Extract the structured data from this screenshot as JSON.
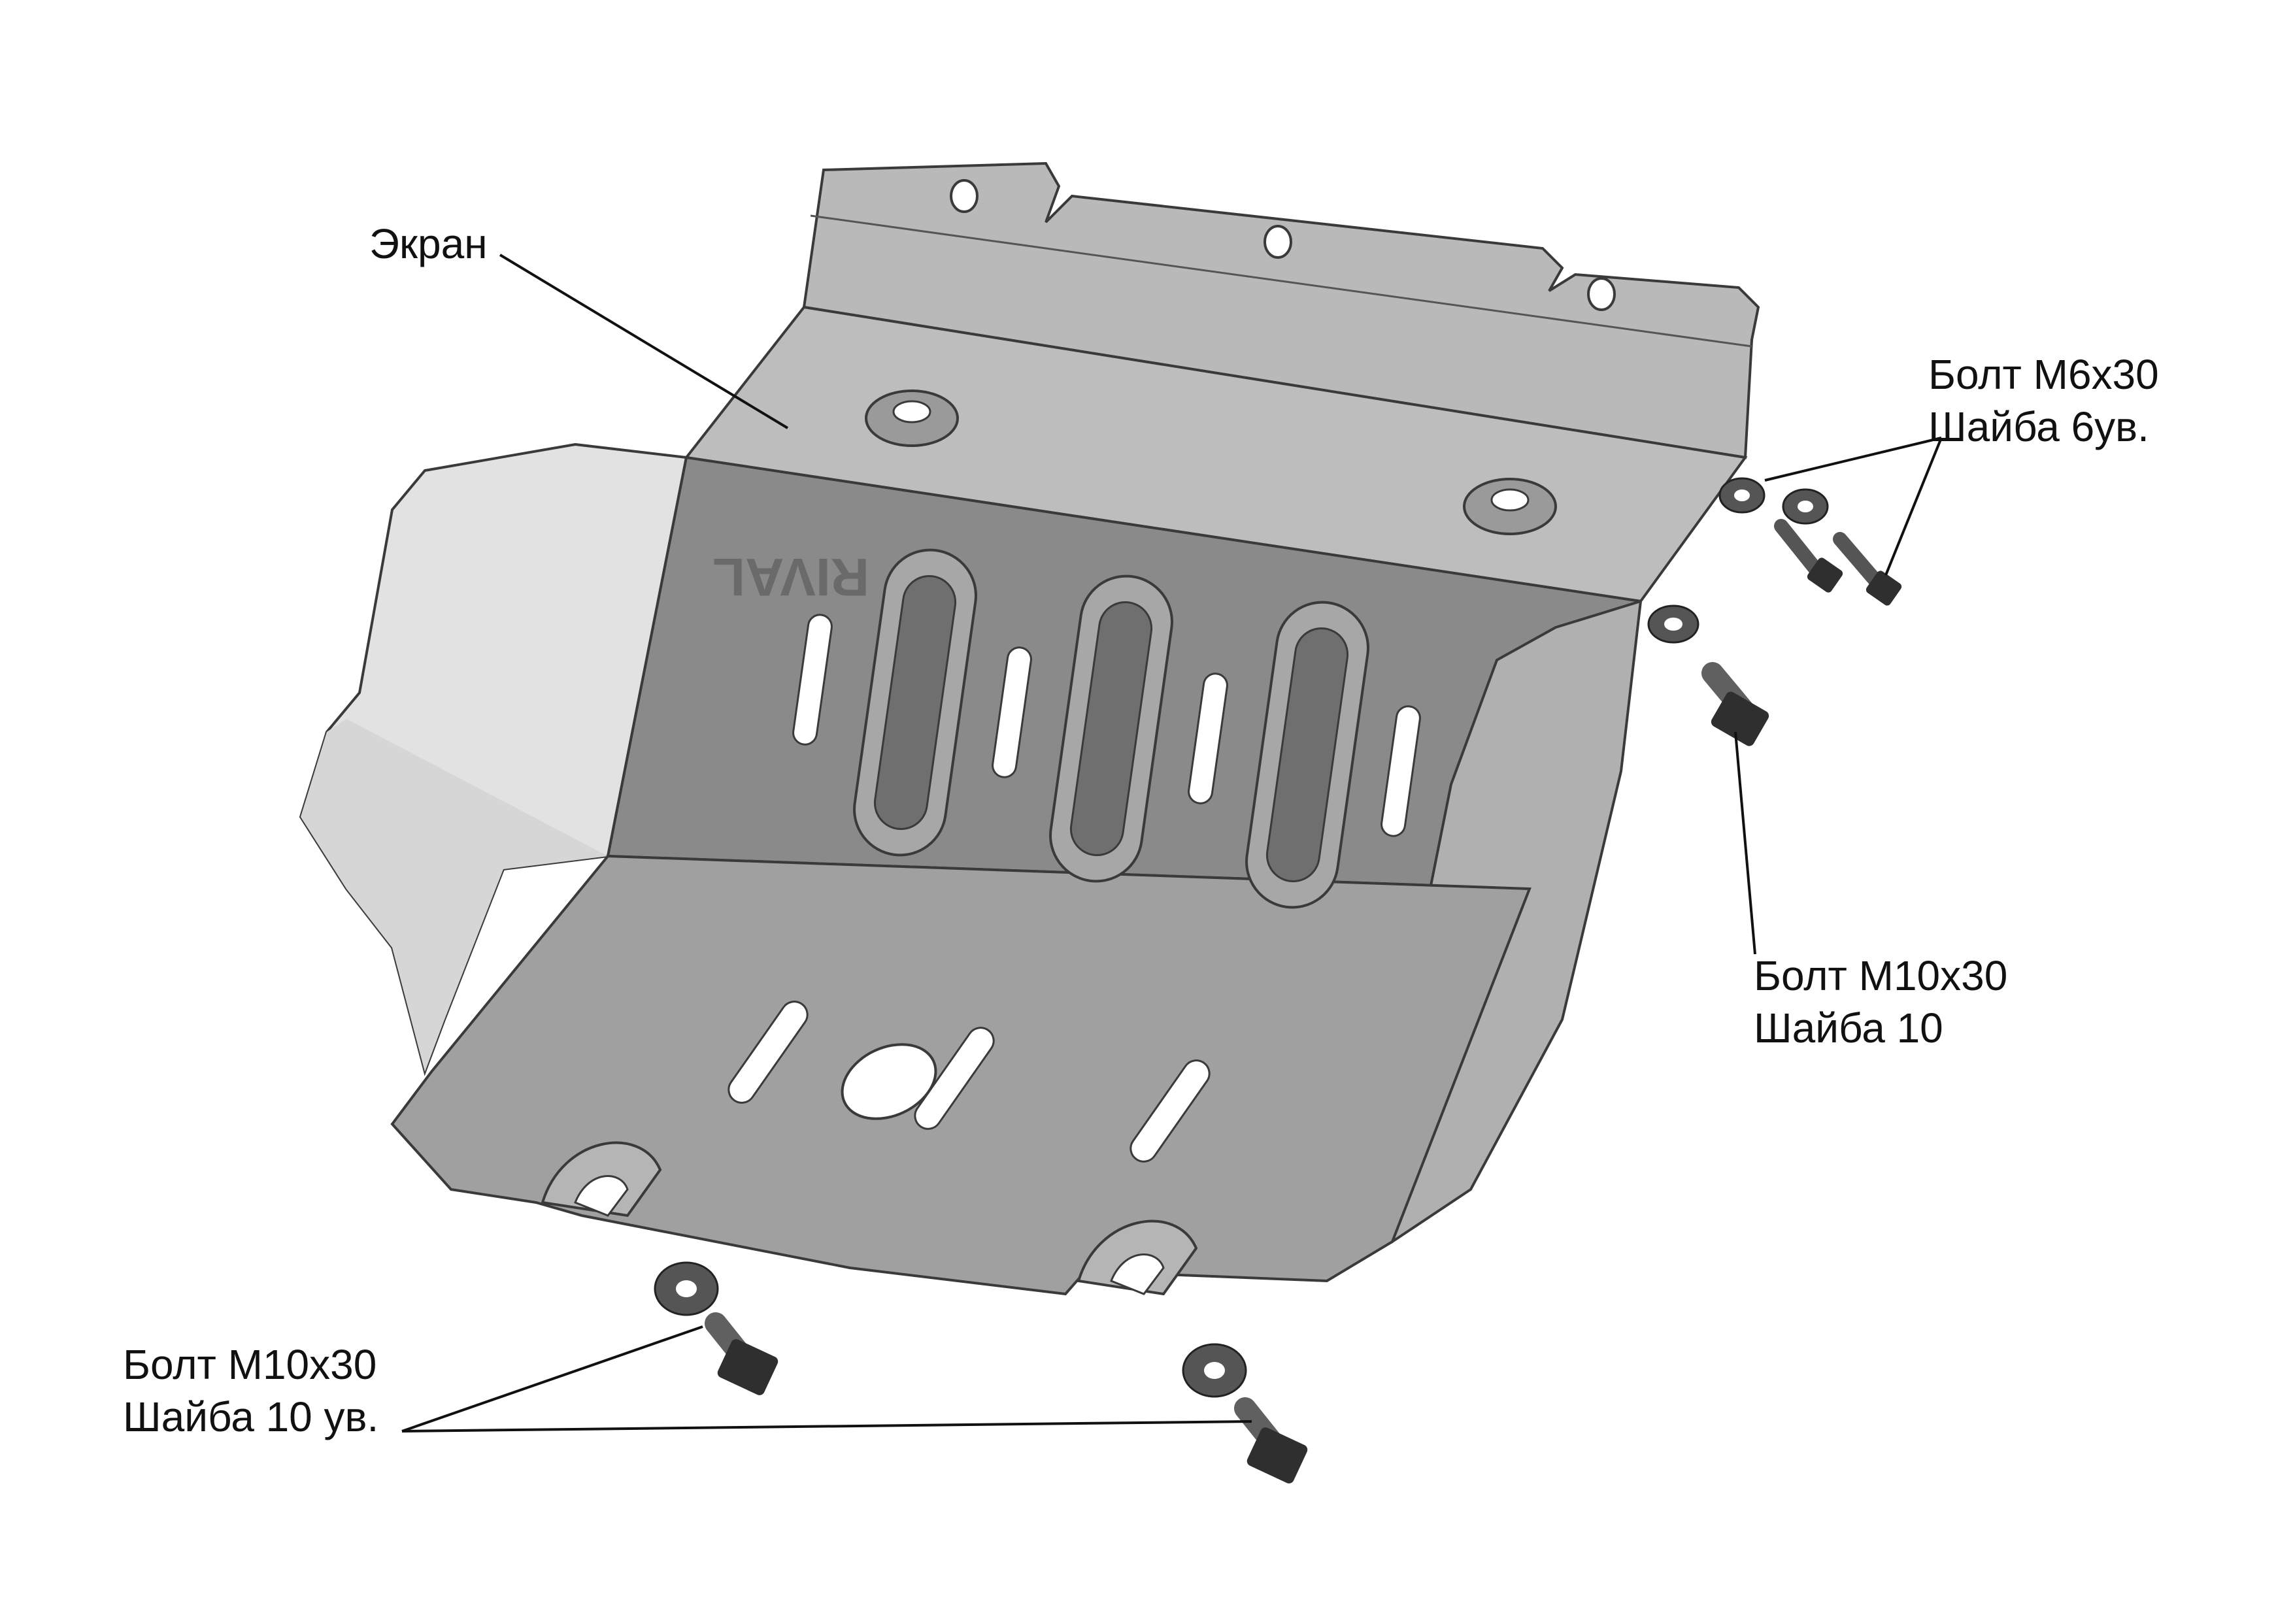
{
  "labels": {
    "screen": "Экран",
    "bolt_m6_line1": "Болт М6х30",
    "bolt_m6_line2": "Шайба 6ув.",
    "bolt_m10_right_line1": "Болт М10х30",
    "bolt_m10_right_line2": "Шайба 10",
    "bolt_m10_bottom_line1": "Болт М10х30",
    "bolt_m10_bottom_line2": "Шайба 10 ув.",
    "logo": "RIVAL"
  },
  "colors": {
    "plate_light": "#c9c9c9",
    "plate_mid": "#a3a3a3",
    "plate_dark": "#858585",
    "side_light": "#e4e4e4",
    "outline": "#3a3a3a",
    "bolt_dark": "#2f2f2f"
  }
}
